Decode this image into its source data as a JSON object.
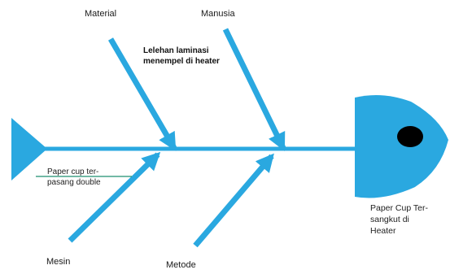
{
  "diagram": {
    "type": "fishbone",
    "colors": {
      "bone": "#2aa8e0",
      "head": "#2aa8e0",
      "eye": "#000000",
      "text": "#1a1a1a",
      "underline": "#1f8f6f"
    },
    "categories": {
      "material": "Material",
      "manusia": "Manusia",
      "mesin": "Mesin",
      "metode": "Metode"
    },
    "causes": {
      "manusia_cause": [
        "Lelehan laminasi",
        "menempel di heater"
      ],
      "mesin_cause": [
        "Paper cup ter-",
        "pasang double"
      ]
    },
    "problem": [
      "Paper Cup Ter-",
      "sangkut di",
      "Heater"
    ]
  }
}
